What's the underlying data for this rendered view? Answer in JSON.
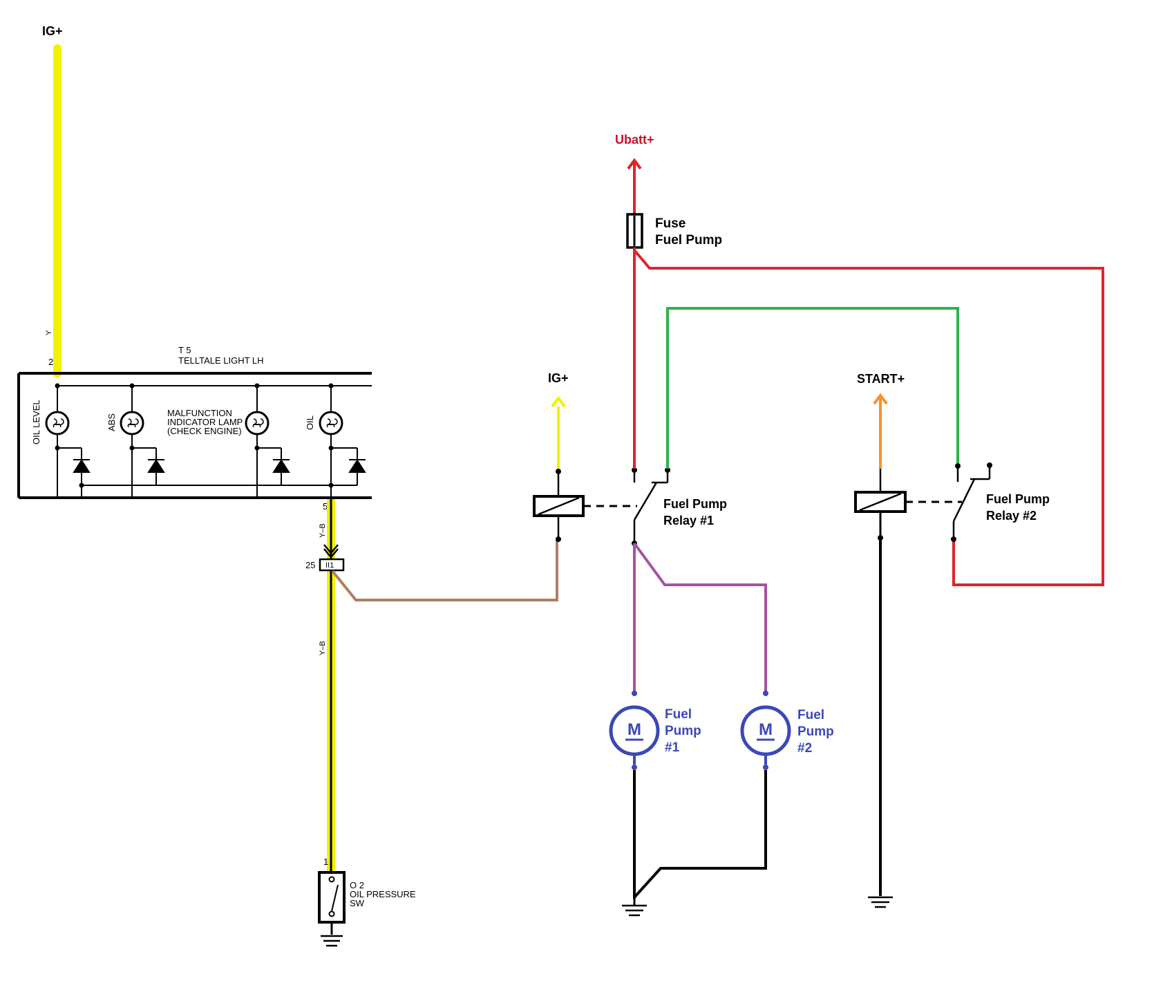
{
  "labels": {
    "ig_plus_top": "IG+",
    "ubatt": "Ubatt+",
    "fuse_line1": "Fuse",
    "fuse_line2": "Fuel Pump",
    "ig_plus_relay": "IG+",
    "start_plus": "START+",
    "relay1_line1": "Fuel Pump",
    "relay1_line2": "Relay  #1",
    "relay2_line1": "Fuel Pump",
    "relay2_line2": "Relay  #2",
    "pump1_line1": "Fuel",
    "pump1_line2": "Pump",
    "pump1_line3": "#1",
    "pump2_line1": "Fuel",
    "pump2_line2": "Pump",
    "pump2_line3": "#2",
    "motor_symbol": "M"
  },
  "telltale": {
    "id": "T 5",
    "name": "TELLTALE LIGHT LH",
    "pin_in": "2",
    "pin_out": "5",
    "wire_in": "Y",
    "lamps": {
      "oil_level": "OIL LEVEL",
      "abs": "ABS",
      "mil_line1": "MALFUNCTION",
      "mil_line2": "INDICATOR LAMP",
      "mil_line3": "(CHECK ENGINE)",
      "oil": "OIL"
    }
  },
  "connector": {
    "pin": "25",
    "id": "II1"
  },
  "wires": {
    "yb_upper": "Y–B",
    "yb_lower": "Y–B"
  },
  "oil_switch": {
    "pin": "1",
    "id": "O 2",
    "line1": "OIL PRESSURE",
    "line2": "SW"
  },
  "colors": {
    "ig_wire": "#f2f200",
    "battery_wire": "#e0232a",
    "start_wire": "#f7922a",
    "relay_link_wire": "#2fb24a",
    "pump_feed_wire": "#a552a0",
    "trigger_wire": "#b07d62",
    "pump_label": "#3b48b8",
    "ubatt_label": "#c8102e"
  }
}
